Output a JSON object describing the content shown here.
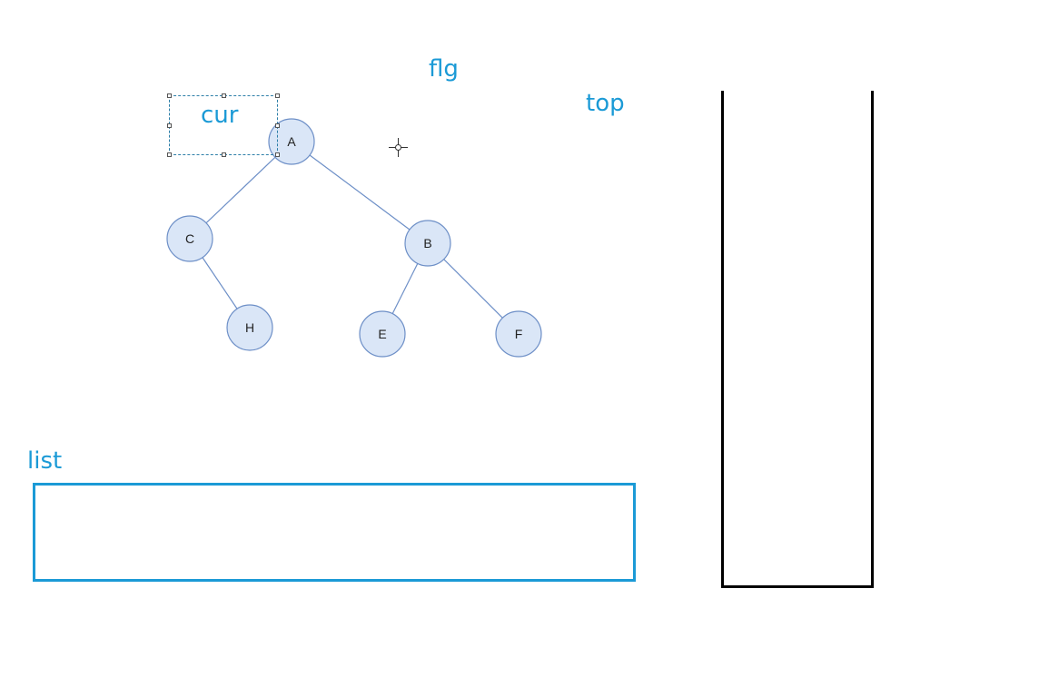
{
  "labels": {
    "flg": "flg",
    "top": "top",
    "cur": "cur",
    "list": "list"
  },
  "tree": {
    "nodes": [
      {
        "id": "A",
        "label": "A"
      },
      {
        "id": "B",
        "label": "B"
      },
      {
        "id": "C",
        "label": "C"
      },
      {
        "id": "E",
        "label": "E"
      },
      {
        "id": "F",
        "label": "F"
      },
      {
        "id": "H",
        "label": "H"
      }
    ],
    "edges": [
      {
        "from": "A",
        "to": "C"
      },
      {
        "from": "A",
        "to": "B"
      },
      {
        "from": "C",
        "to": "H"
      },
      {
        "from": "B",
        "to": "E"
      },
      {
        "from": "B",
        "to": "F"
      }
    ]
  },
  "colors": {
    "accent": "#1b9ad6",
    "node_fill": "#dae6f7",
    "node_stroke": "#6d8fc7",
    "edge": "#6d8fc7",
    "stack_border": "#000000"
  },
  "icons": {
    "cursor": "crosshair-cursor-icon"
  }
}
